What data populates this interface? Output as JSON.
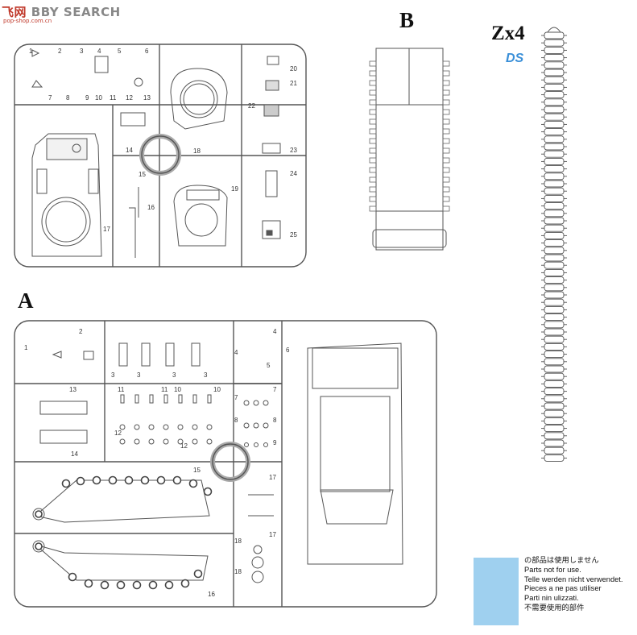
{
  "watermark": {
    "brand_red": "飞",
    "brand_red2": "网",
    "brand_text": "BBY SEARCH",
    "sub": "pop-shop.com.cn"
  },
  "sprue_b": {
    "letter": "B",
    "part_numbers": [
      "1",
      "2",
      "3",
      "4",
      "5",
      "6",
      "7",
      "8",
      "9",
      "10",
      "11",
      "12",
      "13",
      "14",
      "15",
      "16",
      "17",
      "18",
      "19",
      "20",
      "21",
      "22",
      "23",
      "24",
      "25"
    ]
  },
  "sprue_a": {
    "letter": "A",
    "part_numbers": [
      "1",
      "2",
      "3",
      "3",
      "3",
      "3",
      "4",
      "4",
      "5",
      "6",
      "7",
      "7",
      "8",
      "8",
      "9",
      "10",
      "11",
      "11",
      "12",
      "12",
      "13",
      "14",
      "15",
      "16",
      "17",
      "17",
      "18",
      "18"
    ]
  },
  "track": {
    "label": "Zx4",
    "logo": "DS"
  },
  "legend": {
    "swatch_color": "#9fd0ef",
    "lines": [
      "の部品は使用しません",
      "Parts not for use.",
      "Telle werden nicht verwendet.",
      "Pieces a ne pas utiliser",
      "Parti nin ulizzati.",
      "不需要使用的部件"
    ]
  }
}
